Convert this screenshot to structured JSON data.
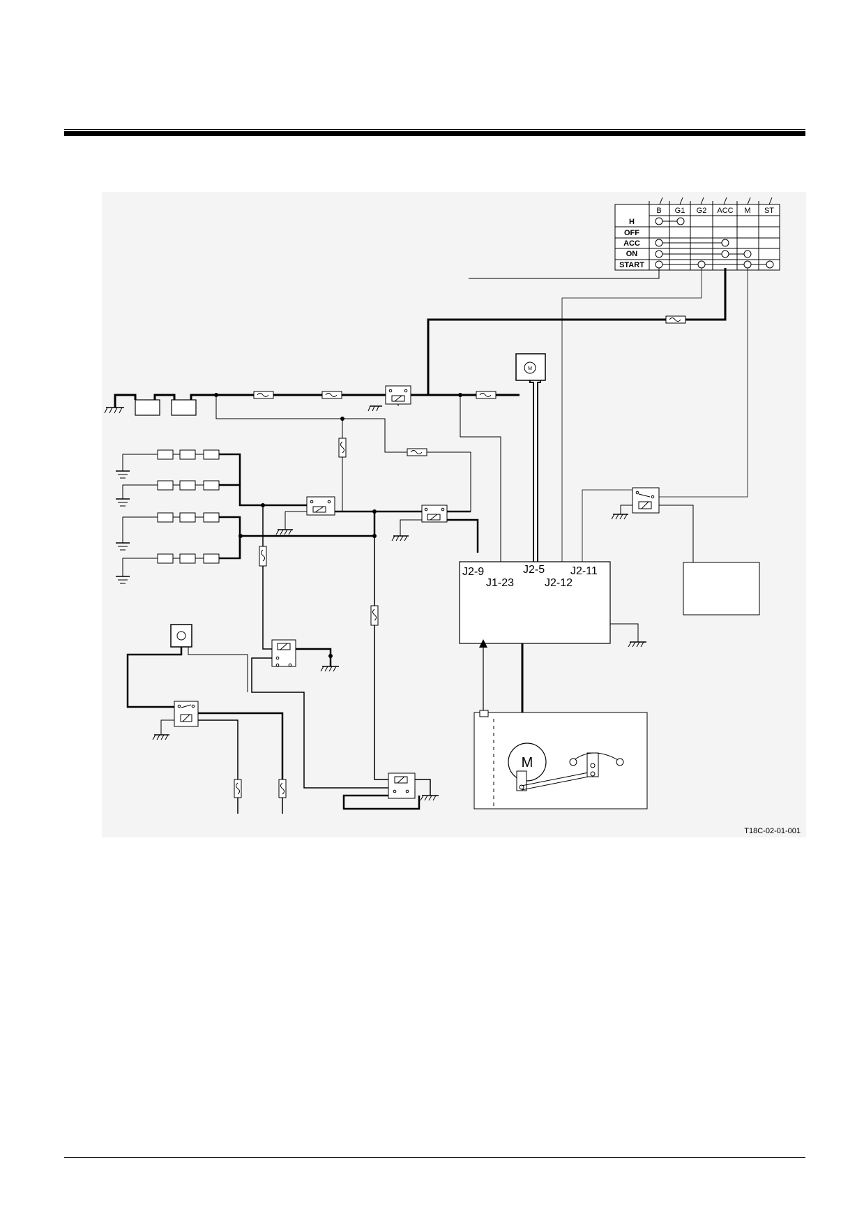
{
  "figure_ref": "T18C-02-01-001",
  "switch_table": {
    "columns": [
      "B",
      "G1",
      "G2",
      "ACC",
      "M",
      "ST"
    ],
    "rows": [
      "H",
      "OFF",
      "ACC",
      "ON",
      "START"
    ]
  },
  "controller": {
    "pins": [
      "J2-9",
      "J2-5",
      "J2-11",
      "J1-23",
      "J2-12"
    ]
  },
  "motor_label": "M"
}
